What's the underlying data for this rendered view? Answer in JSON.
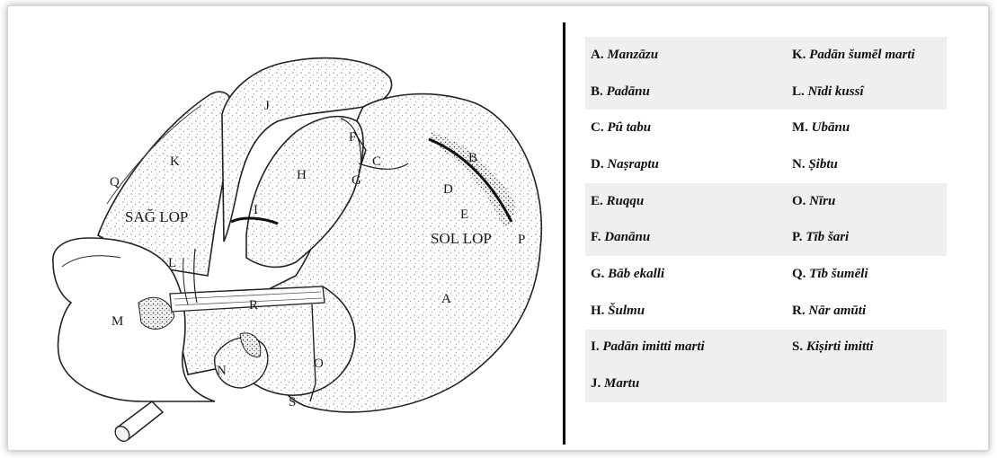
{
  "figure": {
    "labels": [
      "A",
      "B",
      "C",
      "D",
      "E",
      "F",
      "G",
      "H",
      "I",
      "J",
      "K",
      "L",
      "M",
      "N",
      "O",
      "P",
      "Q",
      "R",
      "S"
    ],
    "regions": {
      "right_lobe": "SAĞ LOP",
      "left_lobe": "SOL LOP"
    }
  },
  "legend": {
    "items": [
      {
        "key": "A.",
        "term": "Manzāzu"
      },
      {
        "key": "B.",
        "term": "Padānu"
      },
      {
        "key": "C.",
        "term": "Pû tabu"
      },
      {
        "key": "D.",
        "term": "Naṣraptu"
      },
      {
        "key": "E.",
        "term": "Ruqqu"
      },
      {
        "key": "F.",
        "term": "Danānu"
      },
      {
        "key": "G.",
        "term": "Bāb ekalli"
      },
      {
        "key": "H.",
        "term": "Šulmu"
      },
      {
        "key": "I.",
        "term": "Padān imitti marti"
      },
      {
        "key": "J.",
        "term": "Martu"
      },
      {
        "key": "K.",
        "term": "Padān šumēl marti"
      },
      {
        "key": "L.",
        "term": "Nīdi kussî"
      },
      {
        "key": "M.",
        "term": "Ubānu"
      },
      {
        "key": "N.",
        "term": "Ṣibtu"
      },
      {
        "key": "O.",
        "term": "Nīru"
      },
      {
        "key": "P.",
        "term": "Tīb šari"
      },
      {
        "key": "Q.",
        "term": "Tīb šumēli"
      },
      {
        "key": "R.",
        "term": "Nār amūti"
      },
      {
        "key": "S.",
        "term": "Kiṣirti imitti"
      }
    ]
  }
}
